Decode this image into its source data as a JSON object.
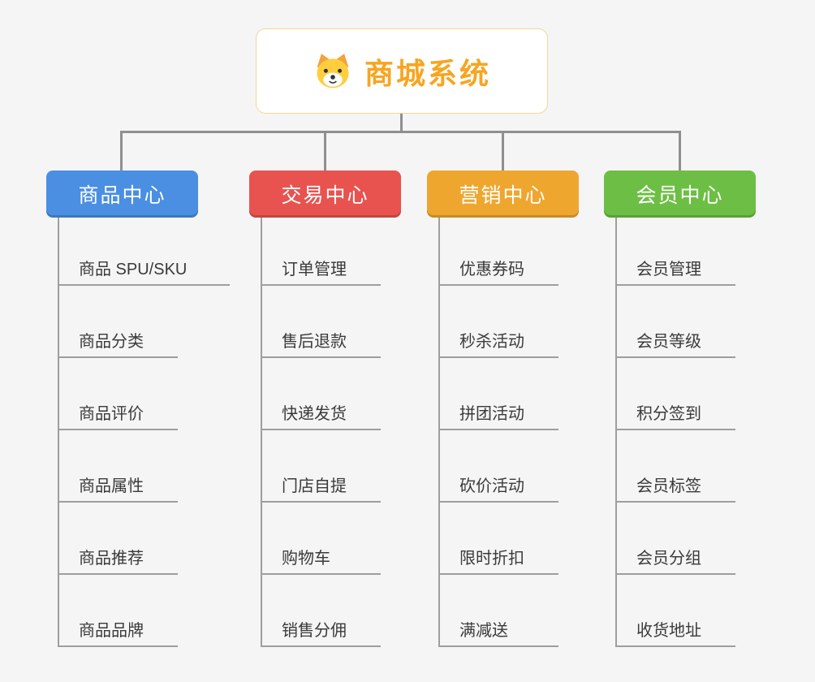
{
  "css_vars": {
    "page-bg": "#f5f5f5",
    "connector": "#8f8f8f",
    "leaf-line": "#9e9e9e",
    "leaf-text": "#3a3a3a",
    "root-accent": "#f7a521",
    "root-border": "#f6d694",
    "node-text": "#ffffff"
  },
  "root": {
    "title": "商城系统",
    "icon": "dog-icon"
  },
  "branches": [
    {
      "label": "商品中心",
      "color": "#4a8fe2",
      "items": [
        "商品 SPU/SKU",
        "商品分类",
        "商品评价",
        "商品属性",
        "商品推荐",
        "商品品牌"
      ]
    },
    {
      "label": "交易中心",
      "color": "#e8534f",
      "items": [
        "订单管理",
        "售后退款",
        "快递发货",
        "门店自提",
        "购物车",
        "销售分佣"
      ]
    },
    {
      "label": "营销中心",
      "color": "#efa62f",
      "items": [
        "优惠券码",
        "秒杀活动",
        "拼团活动",
        "砍价活动",
        "限时折扣",
        "满减送"
      ]
    },
    {
      "label": "会员中心",
      "color": "#6cbf44",
      "items": [
        "会员管理",
        "会员等级",
        "积分签到",
        "会员标签",
        "会员分组",
        "收货地址"
      ]
    }
  ]
}
